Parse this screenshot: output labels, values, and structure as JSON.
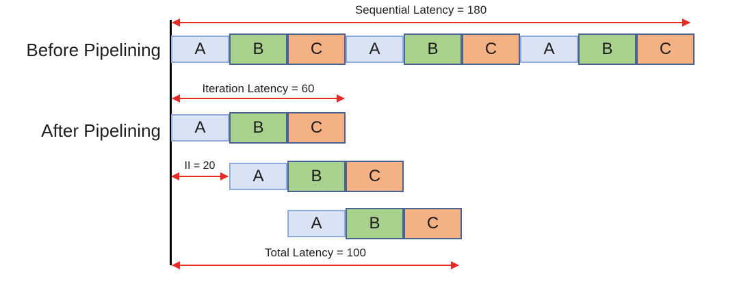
{
  "diagram": {
    "title_before": "Before Pipelining",
    "title_after": "After Pipelining",
    "annotations": {
      "sequential": "Sequential Latency = 180",
      "iteration": "Iteration Latency = 60",
      "ii": "II = 20",
      "total": "Total Latency = 100"
    },
    "latencies": {
      "sequential": 180,
      "iteration": 60,
      "initiation_interval": 20,
      "total": 100
    },
    "stages": [
      "A",
      "B",
      "C"
    ],
    "rows": {
      "before": [
        "A",
        "B",
        "C",
        "A",
        "B",
        "C",
        "A",
        "B",
        "C"
      ],
      "after": [
        [
          "A",
          "B",
          "C"
        ],
        [
          "A",
          "B",
          "C"
        ],
        [
          "A",
          "B",
          "C"
        ]
      ]
    },
    "colors": {
      "stage_a_fill": "#dae3f3",
      "stage_a_border": "#8faadc",
      "stage_b_fill": "#a9d18e",
      "stage_c_fill": "#f4b183",
      "stage_bc_border": "#4a6491",
      "arrow_red": "#e92a25",
      "timeline_black": "#000000"
    }
  }
}
